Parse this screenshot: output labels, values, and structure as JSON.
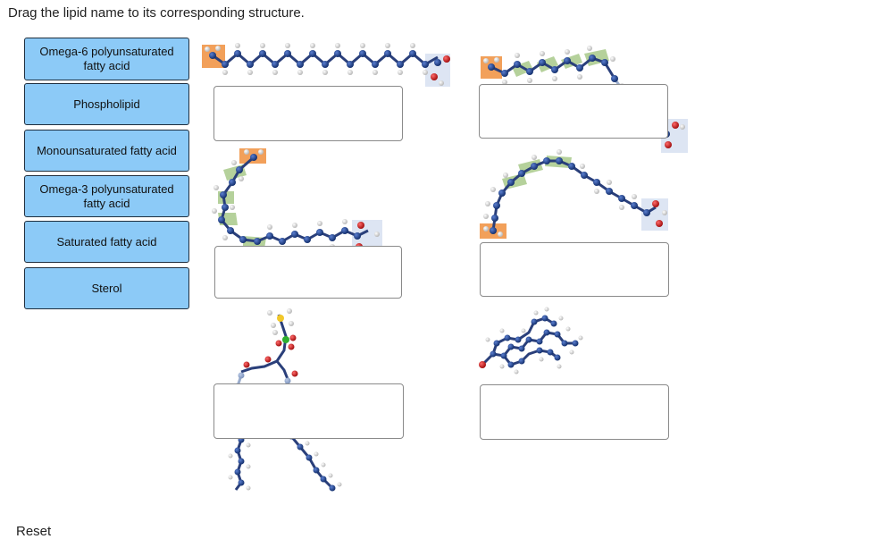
{
  "instruction": "Drag the lipid name to its corresponding structure.",
  "chips": [
    {
      "label": "Omega-6 polyunsaturated fatty acid"
    },
    {
      "label": "Phospholipid"
    },
    {
      "label": "Monounsaturated fatty acid"
    },
    {
      "label": "Omega-3 polyunsaturated fatty acid"
    },
    {
      "label": "Saturated fatty acid"
    },
    {
      "label": "Sterol"
    }
  ],
  "colors": {
    "chip_bg": "#8ccaf7",
    "carbon": "#1f3f8a",
    "hydrogen": "#e6e6e6",
    "oxygen": "#d11f1f",
    "highlight_orange": "#f2a05a",
    "highlight_green": "#a8c98a",
    "highlight_blue": "#dde5f3"
  },
  "footer_partial_text": "Reset"
}
